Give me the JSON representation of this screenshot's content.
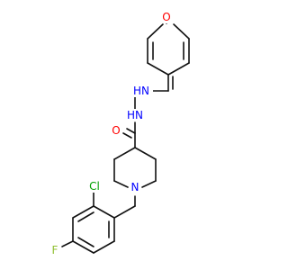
{
  "colors": {
    "carbon_bond": "#111111",
    "oxygen": "#ff0000",
    "nitrogen": "#0000ff",
    "chlorine": "#00a000",
    "fluorine": "#8fbf2f",
    "background": "#ffffff"
  },
  "atoms": [
    {
      "id": "O1",
      "symbol": "O",
      "text": "O",
      "element": "oxygen"
    },
    {
      "id": "N1",
      "symbol": "N",
      "text": "HN",
      "element": "nitrogen"
    },
    {
      "id": "N2",
      "symbol": "N",
      "text": "HN",
      "element": "nitrogen"
    },
    {
      "id": "O2",
      "symbol": "O",
      "text": "O",
      "element": "oxygen"
    },
    {
      "id": "N3",
      "symbol": "N",
      "text": "N",
      "element": "nitrogen"
    },
    {
      "id": "Cl1",
      "symbol": "Cl",
      "text": "Cl",
      "element": "chlorine"
    },
    {
      "id": "F1",
      "symbol": "F",
      "text": "F",
      "element": "fluorine"
    }
  ]
}
